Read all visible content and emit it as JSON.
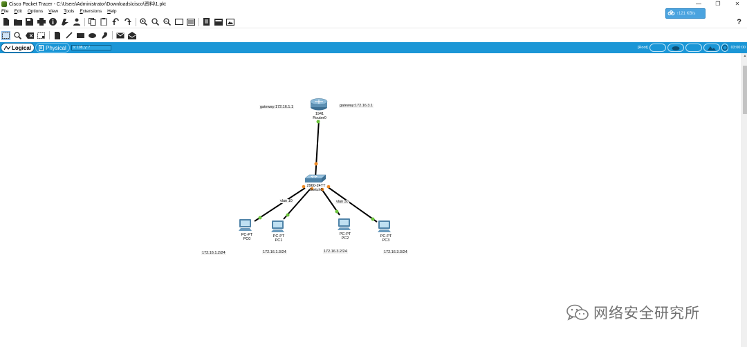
{
  "window": {
    "title": "Cisco Packet Tracer - C:\\Users\\Administrator\\Downloads\\cisco\\资料\\1.pkt",
    "minimize": "—",
    "restore": "❐",
    "close": "✕"
  },
  "menu": [
    "File",
    "Edit",
    "Options",
    "View",
    "Tools",
    "Extensions",
    "Help"
  ],
  "toolbar": {
    "help_label": "?",
    "speed_badge": {
      "arrow": "↑",
      "value": "121 KB/s"
    },
    "icons1": [
      "new-file-icon",
      "open-folder-icon",
      "save-icon",
      "print-icon",
      "info-icon",
      "activity-wizard-icon",
      "user-profile-icon",
      "copy-icon",
      "paste-icon",
      "undo-icon",
      "redo-icon",
      "zoom-in-icon",
      "zoom-reset-icon",
      "zoom-out-icon",
      "drawing-palette-icon",
      "custom-device-icon",
      "viewport-icon",
      "network-info-icon",
      "cluster-icon",
      "image-icon"
    ],
    "icons2": [
      "select-icon",
      "inspect-icon",
      "delete-icon",
      "resize-icon",
      "place-note-icon",
      "draw-line-icon",
      "draw-rectangle-icon",
      "draw-ellipse-icon",
      "draw-freeform-icon",
      "add-simple-pdu-icon",
      "add-complex-pdu-icon"
    ]
  },
  "workspace": {
    "logical_label": "Logical",
    "physical_label": "Physical",
    "coords": "x: 108, y: 7",
    "root_label": "[Root]",
    "time": "03:00:00"
  },
  "topology": {
    "notes": [
      "gateway:172.16.1.1",
      "gateway:172.16.3.1",
      "vlan 10",
      "vlan 30",
      "172.16.1.2/24",
      "172.16.1.3/24",
      "172.16.3.2/24",
      "172.16.3.3/24"
    ],
    "router": {
      "model": "1941",
      "name": "Router0"
    },
    "switch": {
      "model": "2960-24TT",
      "name": "Switch0"
    },
    "pcs": [
      {
        "model": "PC-PT",
        "name": "PC0"
      },
      {
        "model": "PC-PT",
        "name": "PC1"
      },
      {
        "model": "PC-PT",
        "name": "PC2"
      },
      {
        "model": "PC-PT",
        "name": "PC3"
      }
    ]
  },
  "watermark": "网络安全研究所",
  "colors": {
    "workspace_bar": "#1b96d6",
    "link_up": "#6ac33a",
    "link_orange": "#f08a24"
  }
}
